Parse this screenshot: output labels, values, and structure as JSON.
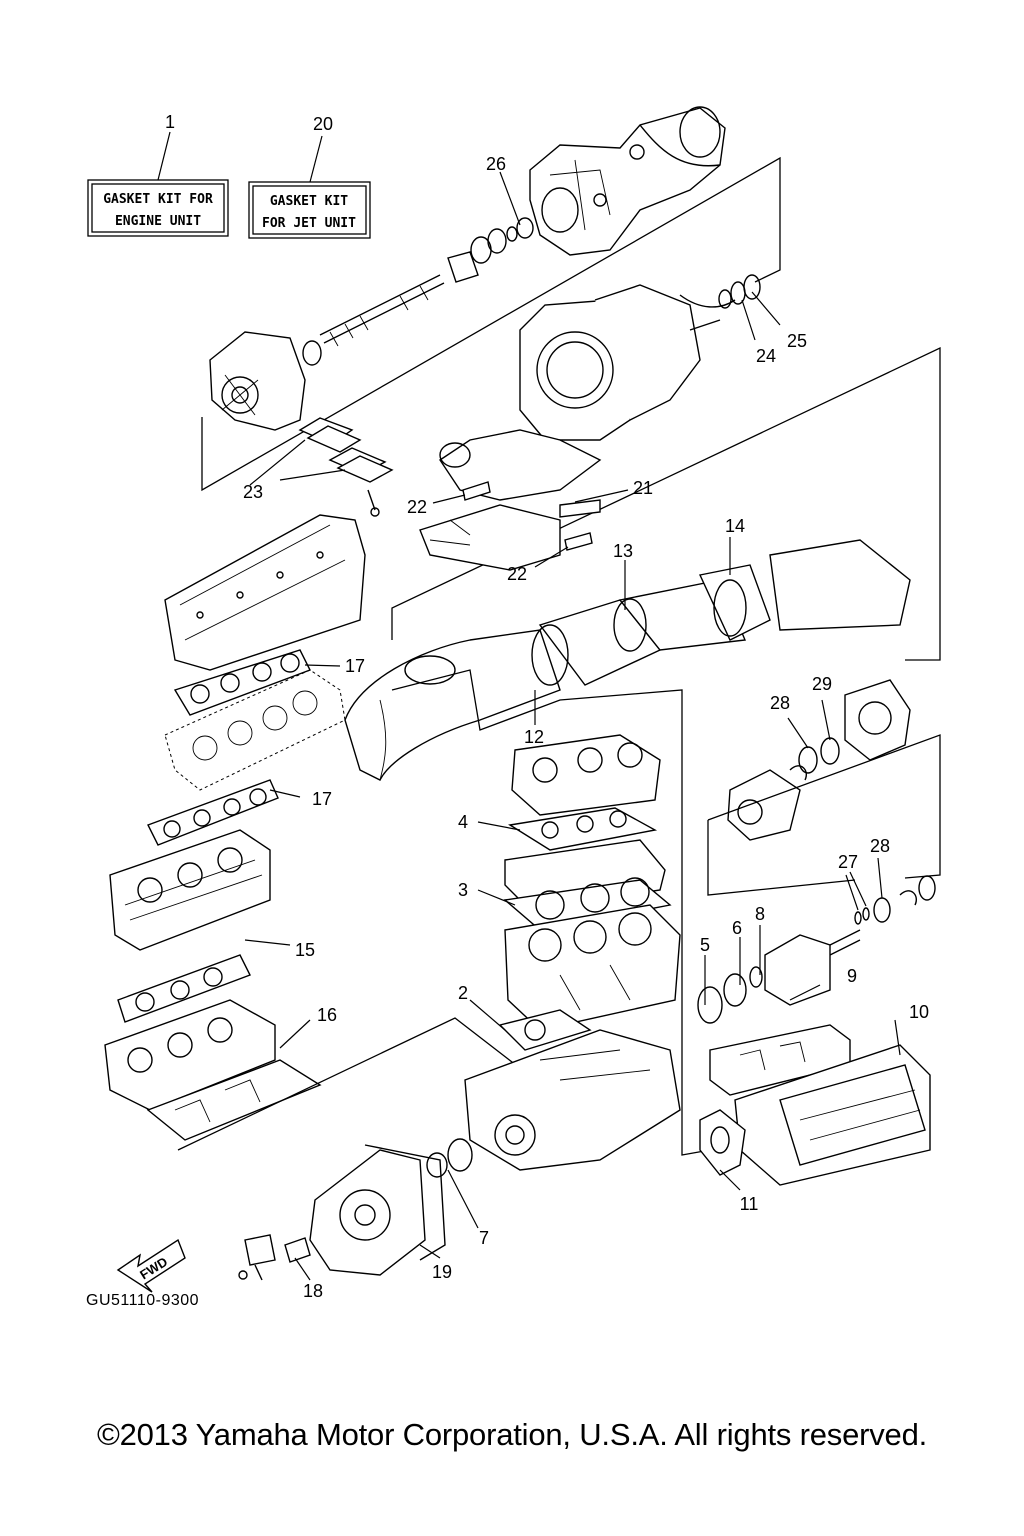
{
  "labels": {
    "kit_engine_line1": "GASKET KIT FOR",
    "kit_engine_line2": "ENGINE UNIT",
    "kit_jet_line1": "GASKET KIT",
    "kit_jet_line2": "FOR JET UNIT"
  },
  "parts": {
    "p1": "1",
    "p2": "2",
    "p3": "3",
    "p4": "4",
    "p5": "5",
    "p6": "6",
    "p7": "7",
    "p8": "8",
    "p9": "9",
    "p10": "10",
    "p11": "11",
    "p12": "12",
    "p13": "13",
    "p14": "14",
    "p15": "15",
    "p16": "16",
    "p17a": "17",
    "p17b": "17",
    "p18": "18",
    "p19": "19",
    "p20": "20",
    "p21": "21",
    "p22a": "22",
    "p22b": "22",
    "p23": "23",
    "p24": "24",
    "p25": "25",
    "p26": "26",
    "p27": "27",
    "p28a": "28",
    "p28b": "28",
    "p29": "29"
  },
  "fwd_label": "FWD",
  "reference_code": "GU51110-9300",
  "copyright": "©2013 Yamaha Motor Corporation, U.S.A. All rights reserved."
}
